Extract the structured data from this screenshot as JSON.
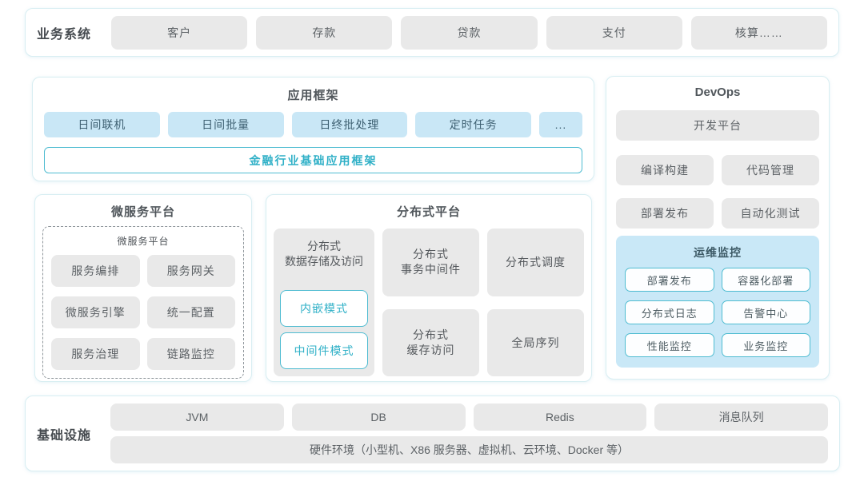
{
  "colors": {
    "panel_border": "#d8eef2",
    "gray_fill": "#e9e9e9",
    "blue_fill": "#c9e7f6",
    "monitor_fill": "#c9e8f7",
    "teal_accent": "#2fb0c7",
    "teal_border": "#4fbcd1"
  },
  "business_systems": {
    "label": "业务系统",
    "items": [
      "客户",
      "存款",
      "贷款",
      "支付",
      "核算……"
    ]
  },
  "app_framework": {
    "title": "应用框架",
    "items": [
      "日间联机",
      "日间批量",
      "日终批处理",
      "定时任务",
      "..."
    ],
    "base_framework": "金融行业基础应用框架"
  },
  "devops": {
    "title": "DevOps",
    "dev_platform": "开发平台",
    "items": [
      "编译构建",
      "代码管理",
      "部署发布",
      "自动化测试"
    ],
    "ops_monitoring": {
      "title": "运维监控",
      "items": [
        "部署发布",
        "容器化部署",
        "分布式日志",
        "告警中心",
        "性能监控",
        "业务监控"
      ]
    }
  },
  "microservice_platform": {
    "title": "微服务平台",
    "inner_label": "微服务平台",
    "items": [
      "服务编排",
      "服务网关",
      "微服务引擎",
      "统一配置",
      "服务治理",
      "链路监控"
    ]
  },
  "distributed_platform": {
    "title": "分布式平台",
    "storage": {
      "label": "分布式\n数据存储及访问",
      "modes": [
        "内嵌模式",
        "中间件模式"
      ]
    },
    "cells": [
      "分布式\n事务中间件",
      "分布式调度",
      "分布式\n缓存访问",
      "全局序列"
    ]
  },
  "infrastructure": {
    "label": "基础设施",
    "items": [
      "JVM",
      "DB",
      "Redis",
      "消息队列"
    ],
    "hardware": "硬件环境（小型机、X86 服务器、虚拟机、云环境、Docker 等）"
  }
}
